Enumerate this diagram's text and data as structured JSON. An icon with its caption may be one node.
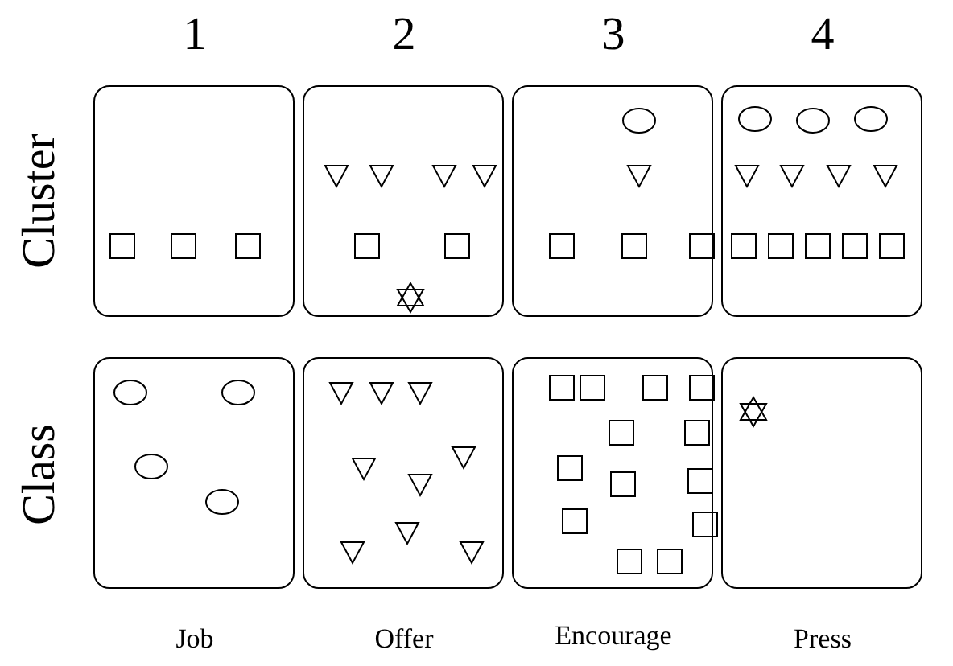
{
  "diagram": {
    "nodes": [
      {
        "text": [],
        "shape": "box"
      },
      {
        "text": [],
        "shape": "box"
      },
      {
        "text": [],
        "shape": "box"
      },
      {
        "text": [],
        "shape": "box"
      },
      {
        "text": [],
        "shape": "box"
      },
      {
        "text": [],
        "shape": "box"
      },
      {
        "text": [],
        "shape": "box"
      },
      {
        "text": [],
        "shape": "box"
      }
    ],
    "labels": [
      "1",
      "2",
      "3",
      "4",
      "Cluster",
      "Class",
      "Job",
      "Offer",
      "Encourage",
      "Press"
    ]
  }
}
